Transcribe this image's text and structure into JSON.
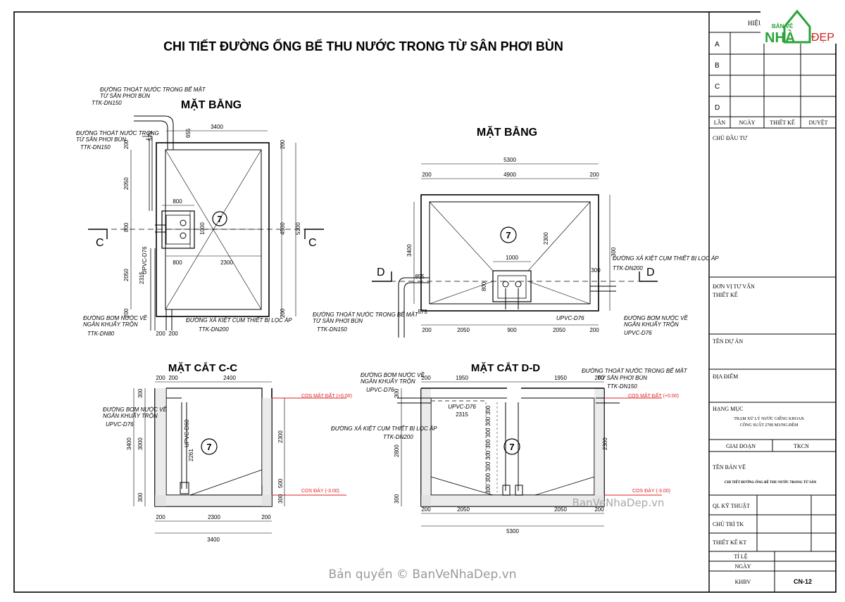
{
  "title": "CHI TIẾT ĐƯỜNG ỐNG BỂ THU NƯỚC TRONG TỪ SÂN PHƠI BÙN",
  "views": {
    "plan_left": "MẶT BẰNG",
    "plan_right": "MẶT BẰNG",
    "section_cc": "MẶT CẮT C-C",
    "section_dd": "MẶT CẮT D-D"
  },
  "section_marks": {
    "c": "C",
    "d": "D"
  },
  "tank_label": "7",
  "dims_plan_left": {
    "top_3400": "3400",
    "left_575": "575",
    "top_655": "655",
    "r_200a": "200",
    "l_200": "200",
    "l_2050a": "2050",
    "l_2050b": "2050",
    "l_800": "800",
    "w_800": "800",
    "w_800b": "800",
    "w_1000": "1000",
    "w_2300": "2300",
    "r_4500": "4500",
    "r_5300": "5300",
    "l_200b": "200",
    "b_200": "200",
    "b_200b": "200",
    "r_200b": "200",
    "pipe_2315": "2315"
  },
  "dims_plan_right": {
    "top_5300": "5300",
    "top_4900": "4900",
    "t_200a": "200",
    "t_200b": "200",
    "l_3400": "3400",
    "r_2300": "2300",
    "w_1000": "1000",
    "l_855": "855",
    "l_575": "575",
    "r_300": "300",
    "r_300b": "300",
    "c_800": "800",
    "b_2050a": "2050",
    "b_900": "900",
    "b_2050b": "2050",
    "b_200a": "200",
    "b_200b": "200"
  },
  "dims_cc": {
    "t_200a": "200",
    "t_200b": "200",
    "t_2400": "2400",
    "l_300": "300",
    "l_3400": "3400",
    "l_3000": "3000",
    "l_300b": "300",
    "r_2300": "2300",
    "r_500": "500",
    "r_300": "300",
    "p_2261": "2261",
    "b_200a": "200",
    "b_2300": "2300",
    "b_200b": "200",
    "b_3400": "3400"
  },
  "dims_dd": {
    "t_200a": "200",
    "t_1950a": "1950",
    "t_1950b": "1950",
    "t_200b": "200",
    "l_300": "300",
    "l_2800": "2800",
    "l_300b": "300",
    "p_2315": "2315",
    "steps": [
      "300",
      "300",
      "300",
      "300",
      "300",
      "300",
      "300",
      "300"
    ],
    "b_200a": "200",
    "b_2050a": "2050",
    "b_2050b": "2050",
    "b_200b": "200",
    "b_5300": "5300",
    "r_2300": "2300"
  },
  "labels": {
    "pl_drain1": "ĐƯỜNG THOÁT NƯỚC TRONG BỂ MẶT",
    "pl_drain1b": "TỪ SÂN PHƠI BÙN",
    "pl_drain1c": "TTK-DN150",
    "pl_drain2": "ĐƯỜNG THOÁT NƯỚC TRONG",
    "pl_drain2b": "TỪ SÂN PHƠI BÙN",
    "pl_drain2c": "TTK-DN150",
    "pl_pump": "ĐƯỜNG BƠM NƯỚC VỀ",
    "pl_pumpb": "NGĂN KHUẤY TRỘN",
    "pl_pumpc": "TTK-DN80",
    "pl_filter": "ĐƯỜNG XẢ KIỆT CỤM THIẾT BỊ LỌC ÁP",
    "pl_filterb": "TTK-DN200",
    "pl_upvc": "UPVC-D76",
    "pr_filter": "ĐƯỜNG XẢ KIỆT CỤM THIẾT BỊ LỌC ÁP",
    "pr_filterb": "TTK-DN200",
    "pr_drain": "ĐƯỜNG THOÁT NƯỚC TRONG BỂ MẶT",
    "pr_drainb": "TỪ SÂN PHƠI BÙN",
    "pr_drainc": "TTK-DN150",
    "pr_pump": "ĐƯỜNG BƠM NƯỚC VỀ",
    "pr_pumpb": "NGĂN KHUẤY TRỘN",
    "pr_pumpc": "UPVC-D76",
    "pr_upvc": "UPVC-D76",
    "cc_pump": "ĐƯỜNG BƠM NƯỚC VỀ",
    "cc_pumpb": "NGĂN KHUẤY TRỘN",
    "cc_pumpc": "UPVC-D76",
    "cc_upvc": "UPVC-D60",
    "cc_ground": "COS MẶT ĐẤT (+0.00)",
    "cc_bottom": "COS ĐÁY (-3.00)",
    "dd_pump": "ĐƯỜNG BƠM NƯỚC VỀ",
    "dd_pumpb": "NGĂN KHUẤY TRỘN",
    "dd_pumpc": "UPVC-D76",
    "dd_filter": "ĐƯỜNG XẢ KIỆT CỤM THIẾT BỊ LỌC ÁP",
    "dd_filterb": "TTK-DN200",
    "dd_upvc": "UPVC-D76",
    "dd_drain": "ĐƯỜNG THOÁT NƯỚC TRONG BỂ MẶT",
    "dd_drainb": "TỪ SÂN PHƠI BÙN",
    "dd_drainc": "TTK-DN150",
    "dd_ground": "COS MẶT ĐẤT (+0.00)",
    "dd_bottom": "COS ĐÁY (-3.00)"
  },
  "title_block": {
    "header": "HIỆU CHỈNH",
    "rev_rows": [
      "A",
      "B",
      "C",
      "D"
    ],
    "rev_cols": [
      "LẦN",
      "NGÀY",
      "THIẾT KẾ",
      "DUYỆT"
    ],
    "owner": "CHỦ ĐẦU TƯ",
    "consultant": "ĐƠN VỊ TƯ VẤN",
    "consultant_b": "THIẾT KẾ",
    "project": "TÊN DỰ ÁN",
    "location": "ĐỊA ĐIỂM",
    "item": "HẠNG MỤC",
    "item_value": "TRẠM XỬ LÝ NƯỚC GIẾNG KHOAN",
    "item_value_b": "CÔNG SUẤT 2700 M3/NG.ĐÊM",
    "phase": "GIAI ĐOẠN",
    "phase_value": "TKCN",
    "drawing_name": "TÊN BẢN VẼ",
    "drawing_value": "CHI TIẾT ĐƯỜNG ỐNG BỂ THU NƯỚC TRONG TỪ SÂN",
    "tech": "QL KỸ THUẬT",
    "chief": "CHỦ TRÌ TK",
    "designer": "THIẾT KẾ KT",
    "scale": "TỈ LỆ",
    "date": "NGÀY",
    "sheet_code": "KHBV",
    "sheet_no": "CN-12"
  },
  "logo": {
    "line1": "BẢN VẼ",
    "brand_a": "NHÀ",
    "brand_b": "ĐẸP"
  },
  "watermark_mid": "BanVeNhaDep.vn",
  "watermark_bottom": "Bản quyền © BanVeNhaDep.vn",
  "colors": {
    "ink": "#000000",
    "section_line": "#e02020",
    "logo_green": "#2aa33a",
    "logo_red": "#cc2222",
    "watermark": "#9a9a9a"
  }
}
